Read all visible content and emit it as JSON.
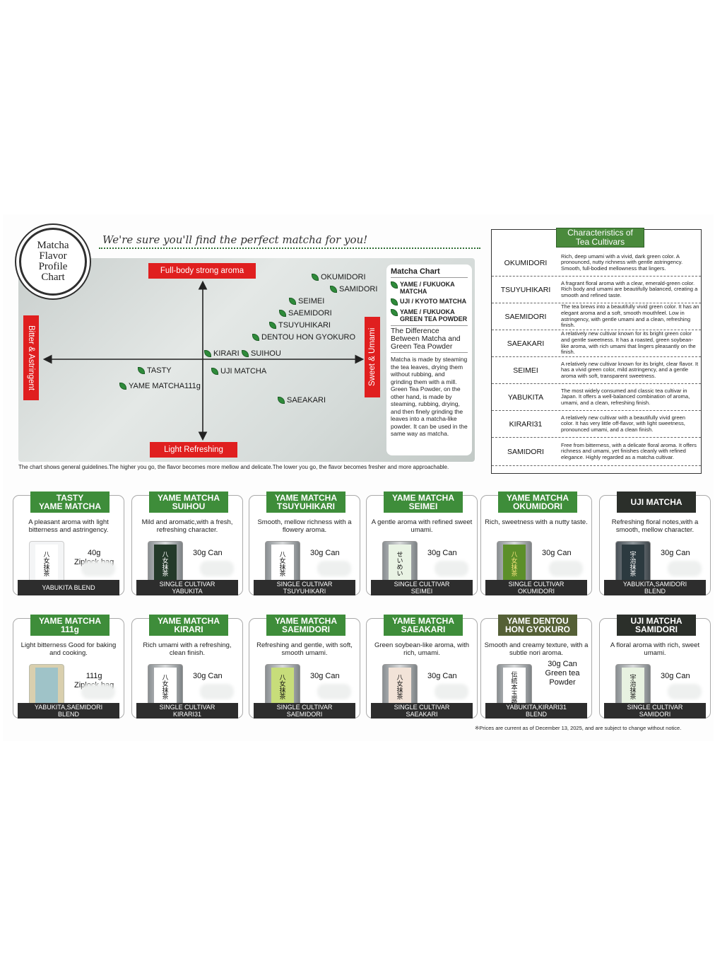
{
  "badge": {
    "line1": "Matcha",
    "line2": "Flavor",
    "line3": "Profile",
    "line4": "Chart"
  },
  "tagline": "We're sure you'll find the perfect matcha for you!",
  "axes": {
    "top": "Full-body strong aroma",
    "bottom": "Light Refreshing",
    "left": "Bitter & Astringent",
    "right": "Sweet & Umami"
  },
  "points": [
    {
      "label": "OKUMIDORI"
    },
    {
      "label": "SAMIDORI"
    },
    {
      "label": "SEIMEI"
    },
    {
      "label": "SAEMIDORI"
    },
    {
      "label": "TSUYUHIKARI"
    },
    {
      "label": "DENTOU HON GYOKURO"
    },
    {
      "label": "KIRARI"
    },
    {
      "label": "SUIHOU"
    },
    {
      "label": "TASTY"
    },
    {
      "label": "UJI MATCHA"
    },
    {
      "label": "YAME MATCHA111g"
    },
    {
      "label": "SAEAKARI"
    }
  ],
  "legend": {
    "title": "Matcha Chart",
    "items": [
      "YAME / FUKUOKA MATCHA",
      "UJI / KYOTO MATCHA",
      "YAME / FUKUOKA GREEN TEA POWDER"
    ],
    "subtitle": "The Difference Between Matcha and Green Tea Powder",
    "text": "Matcha is made by steaming the tea leaves, drying them without rubbing, and grinding them with a mill. Green Tea Powder, on the other hand, is made by steaming, rubbing, drying, and then finely grinding the leaves into a matcha-like powder. It can be used in the same way as matcha."
  },
  "chart_note": "The chart shows general guidelines.The higher you go, the flavor becomes more mellow and delicate.The lower you go, the flavor becomes fresher and more approachable.",
  "cultivars": {
    "title_line1": "Characteristics of",
    "title_line2": "Tea Cultivars",
    "rows": [
      {
        "name": "OKUMIDORI",
        "desc": "Rich, deep umami with a vivid, dark green color. A pronounced, nutty richness with gentle astringency. Smooth, full-bodied mellowness that lingers."
      },
      {
        "name": "TSUYUHIKARI",
        "desc": "A fragrant floral aroma with a clear, emerald-green color. Rich body and umami are beautifully balanced, creating a smooth and refined taste."
      },
      {
        "name": "SAEMIDORI",
        "desc": "The tea brews into a beautifully vivid green color. It has an elegant aroma and a soft, smooth mouthfeel. Low in astringency, with gentle umami and a clean, refreshing finish."
      },
      {
        "name": "SAEAKARI",
        "desc": "A relatively new cultivar known for its bright green color and gentle sweetness. It has a roasted, green soybean-like aroma, with rich umami that lingers pleasantly on the finish."
      },
      {
        "name": "SEIMEI",
        "desc": "A relatively new cultivar known for its bright, clear flavor. It has a vivid green color, mild astringency, and a gentle aroma with soft, transparent sweetness."
      },
      {
        "name": "YABUKITA",
        "desc": "The most widely consumed and classic tea cultivar in Japan. It offers a well-balanced combination of aroma, umami, and a clean, refreshing finish."
      },
      {
        "name": "KIRARI31",
        "desc": "A relatively new cultivar with a beautifully vivid green color. It has very little off-flavor, with light sweetness, pronounced umami, and a clean finish."
      },
      {
        "name": "SAMIDORI",
        "desc": "Free from bitterness, with a delicate floral aroma. It offers richness and umami, yet finishes cleanly with refined elegance. Highly regarded as a matcha cultivar."
      }
    ]
  },
  "products": [
    {
      "head1": "TASTY",
      "head2": "YAME MATCHA",
      "desc": "A pleasant aroma with light bitterness and astringency.",
      "size1": "40g",
      "size2": "Ziplock bag",
      "can": "八女抹茶",
      "foot": "YABUKITA BLEND",
      "foot2": ""
    },
    {
      "head1": "YAME MATCHA",
      "head2": "SUIHOU",
      "desc": "Mild and aromatic,with a fresh, refreshing character.",
      "size1": "30g Can",
      "size2": "",
      "can": "八女抹茶",
      "foot": "SINGLE CULTIVAR",
      "foot2": "YABUKITA"
    },
    {
      "head1": "YAME MATCHA",
      "head2": "TSUYUHIKARI",
      "desc": "Smooth, mellow richness with a flowery aroma.",
      "size1": "30g Can",
      "size2": "",
      "can": "八女抹茶",
      "foot": "SINGLE CULTIVAR",
      "foot2": "TSUYUHIKARI"
    },
    {
      "head1": "YAME MATCHA",
      "head2": "SEIMEI",
      "desc": "A gentle aroma with refined sweet umami.",
      "size1": "30g Can",
      "size2": "",
      "can": "せいめい",
      "foot": "SINGLE CULTIVAR",
      "foot2": "SEIMEI"
    },
    {
      "head1": "YAME MATCHA",
      "head2": "OKUMIDORI",
      "desc": "Rich, sweetness with a nutty taste.",
      "size1": "30g Can",
      "size2": "",
      "can": "八女抹茶",
      "foot": "SINGLE CULTIVAR",
      "foot2": "OKUMIDORI"
    },
    {
      "head1": "UJI MATCHA",
      "head2": "",
      "desc": "Refreshing floral notes,with a smooth, mellow character.",
      "size1": "30g Can",
      "size2": "",
      "can": "宇治抹茶",
      "foot": "YABUKITA,SAMIDORI",
      "foot2": "BLEND"
    },
    {
      "head1": "YAME MATCHA",
      "head2": "111g",
      "desc": "Light bitterness Good for baking and cooking.",
      "size1": "111g",
      "size2": "Ziplock bag",
      "can": "",
      "foot": "YABUKITA,SAEMIDORI",
      "foot2": "BLEND"
    },
    {
      "head1": "YAME MATCHA",
      "head2": "KIRARI",
      "desc": "Rich umami with a refreshing, clean finish.",
      "size1": "30g Can",
      "size2": "",
      "can": "八女抹茶",
      "foot": "SINGLE CULTIVAR",
      "foot2": "KIRARI31"
    },
    {
      "head1": "YAME MATCHA",
      "head2": "SAEMIDORI",
      "desc": "Refreshing and gentle, with soft, smooth umami.",
      "size1": "30g Can",
      "size2": "",
      "can": "八女抹茶",
      "foot": "SINGLE CULTIVAR",
      "foot2": "SAEMIDORI"
    },
    {
      "head1": "YAME MATCHA",
      "head2": "SAEAKARI",
      "desc": "Green soybean-like aroma, with rich, umami.",
      "size1": "30g Can",
      "size2": "",
      "can": "八女抹茶",
      "foot": "SINGLE CULTIVAR",
      "foot2": "SAEAKARI"
    },
    {
      "head1": "YAME DENTOU",
      "head2": "HON GYOKURO",
      "desc": "Smooth and creamy texture, with a subtle nori aroma.",
      "size1": "30g Can",
      "size2": "Green tea Powder",
      "can": "伝統本玉露",
      "foot": "YABUKITA,KIRARI31",
      "foot2": "BLEND"
    },
    {
      "head1": "UJI MATCHA",
      "head2": "SAMIDORI",
      "desc": "A floral aroma with rich, sweet umami.",
      "size1": "30g Can",
      "size2": "",
      "can": "宇治抹茶",
      "foot": "SINGLE CULTIVAR",
      "foot2": "SAMIDORI"
    }
  ],
  "price_note": "※Prices are current as of December 13, 2025, and are subject to change without notice."
}
